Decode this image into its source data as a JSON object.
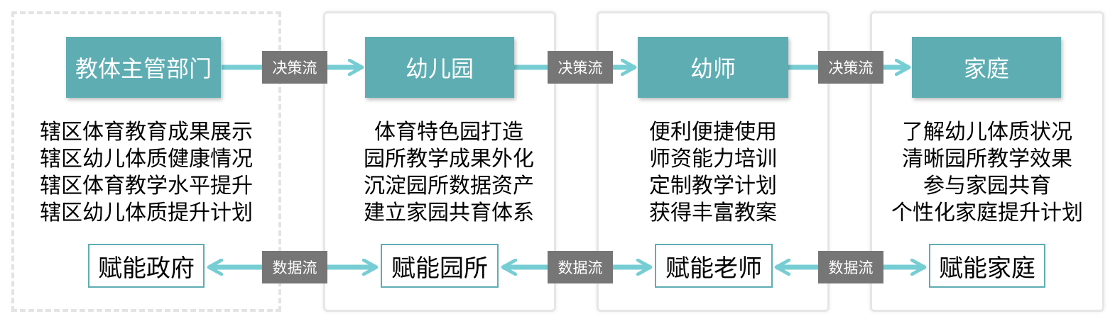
{
  "columns": [
    {
      "entity": "教体主管部门",
      "lines": [
        "辖区体育教育成果展示",
        "辖区幼儿体质健康情况",
        "辖区体育教学水平提升",
        "辖区幼儿体质提升计划"
      ],
      "empower": "赋能政府"
    },
    {
      "entity": "幼儿园",
      "lines": [
        "体育特色园打造",
        "园所教学成果外化",
        "沉淀园所数据资产",
        "建立家园共育体系"
      ],
      "empower": "赋能园所"
    },
    {
      "entity": "幼师",
      "lines": [
        "便利便捷使用",
        "师资能力培训",
        "定制教学计划",
        "获得丰富教案"
      ],
      "empower": "赋能老师"
    },
    {
      "entity": "家庭",
      "lines": [
        "了解幼儿体质状况",
        "清晰园所教学效果",
        "参与家园共育",
        "个性化家庭提升计划"
      ],
      "empower": "赋能家庭"
    }
  ],
  "decision_flow_label": "决策流",
  "data_flow_label": "数据流",
  "colors": {
    "teal": "#5eadb2",
    "arrow": "#76cdd3",
    "label_bg": "#767676"
  }
}
